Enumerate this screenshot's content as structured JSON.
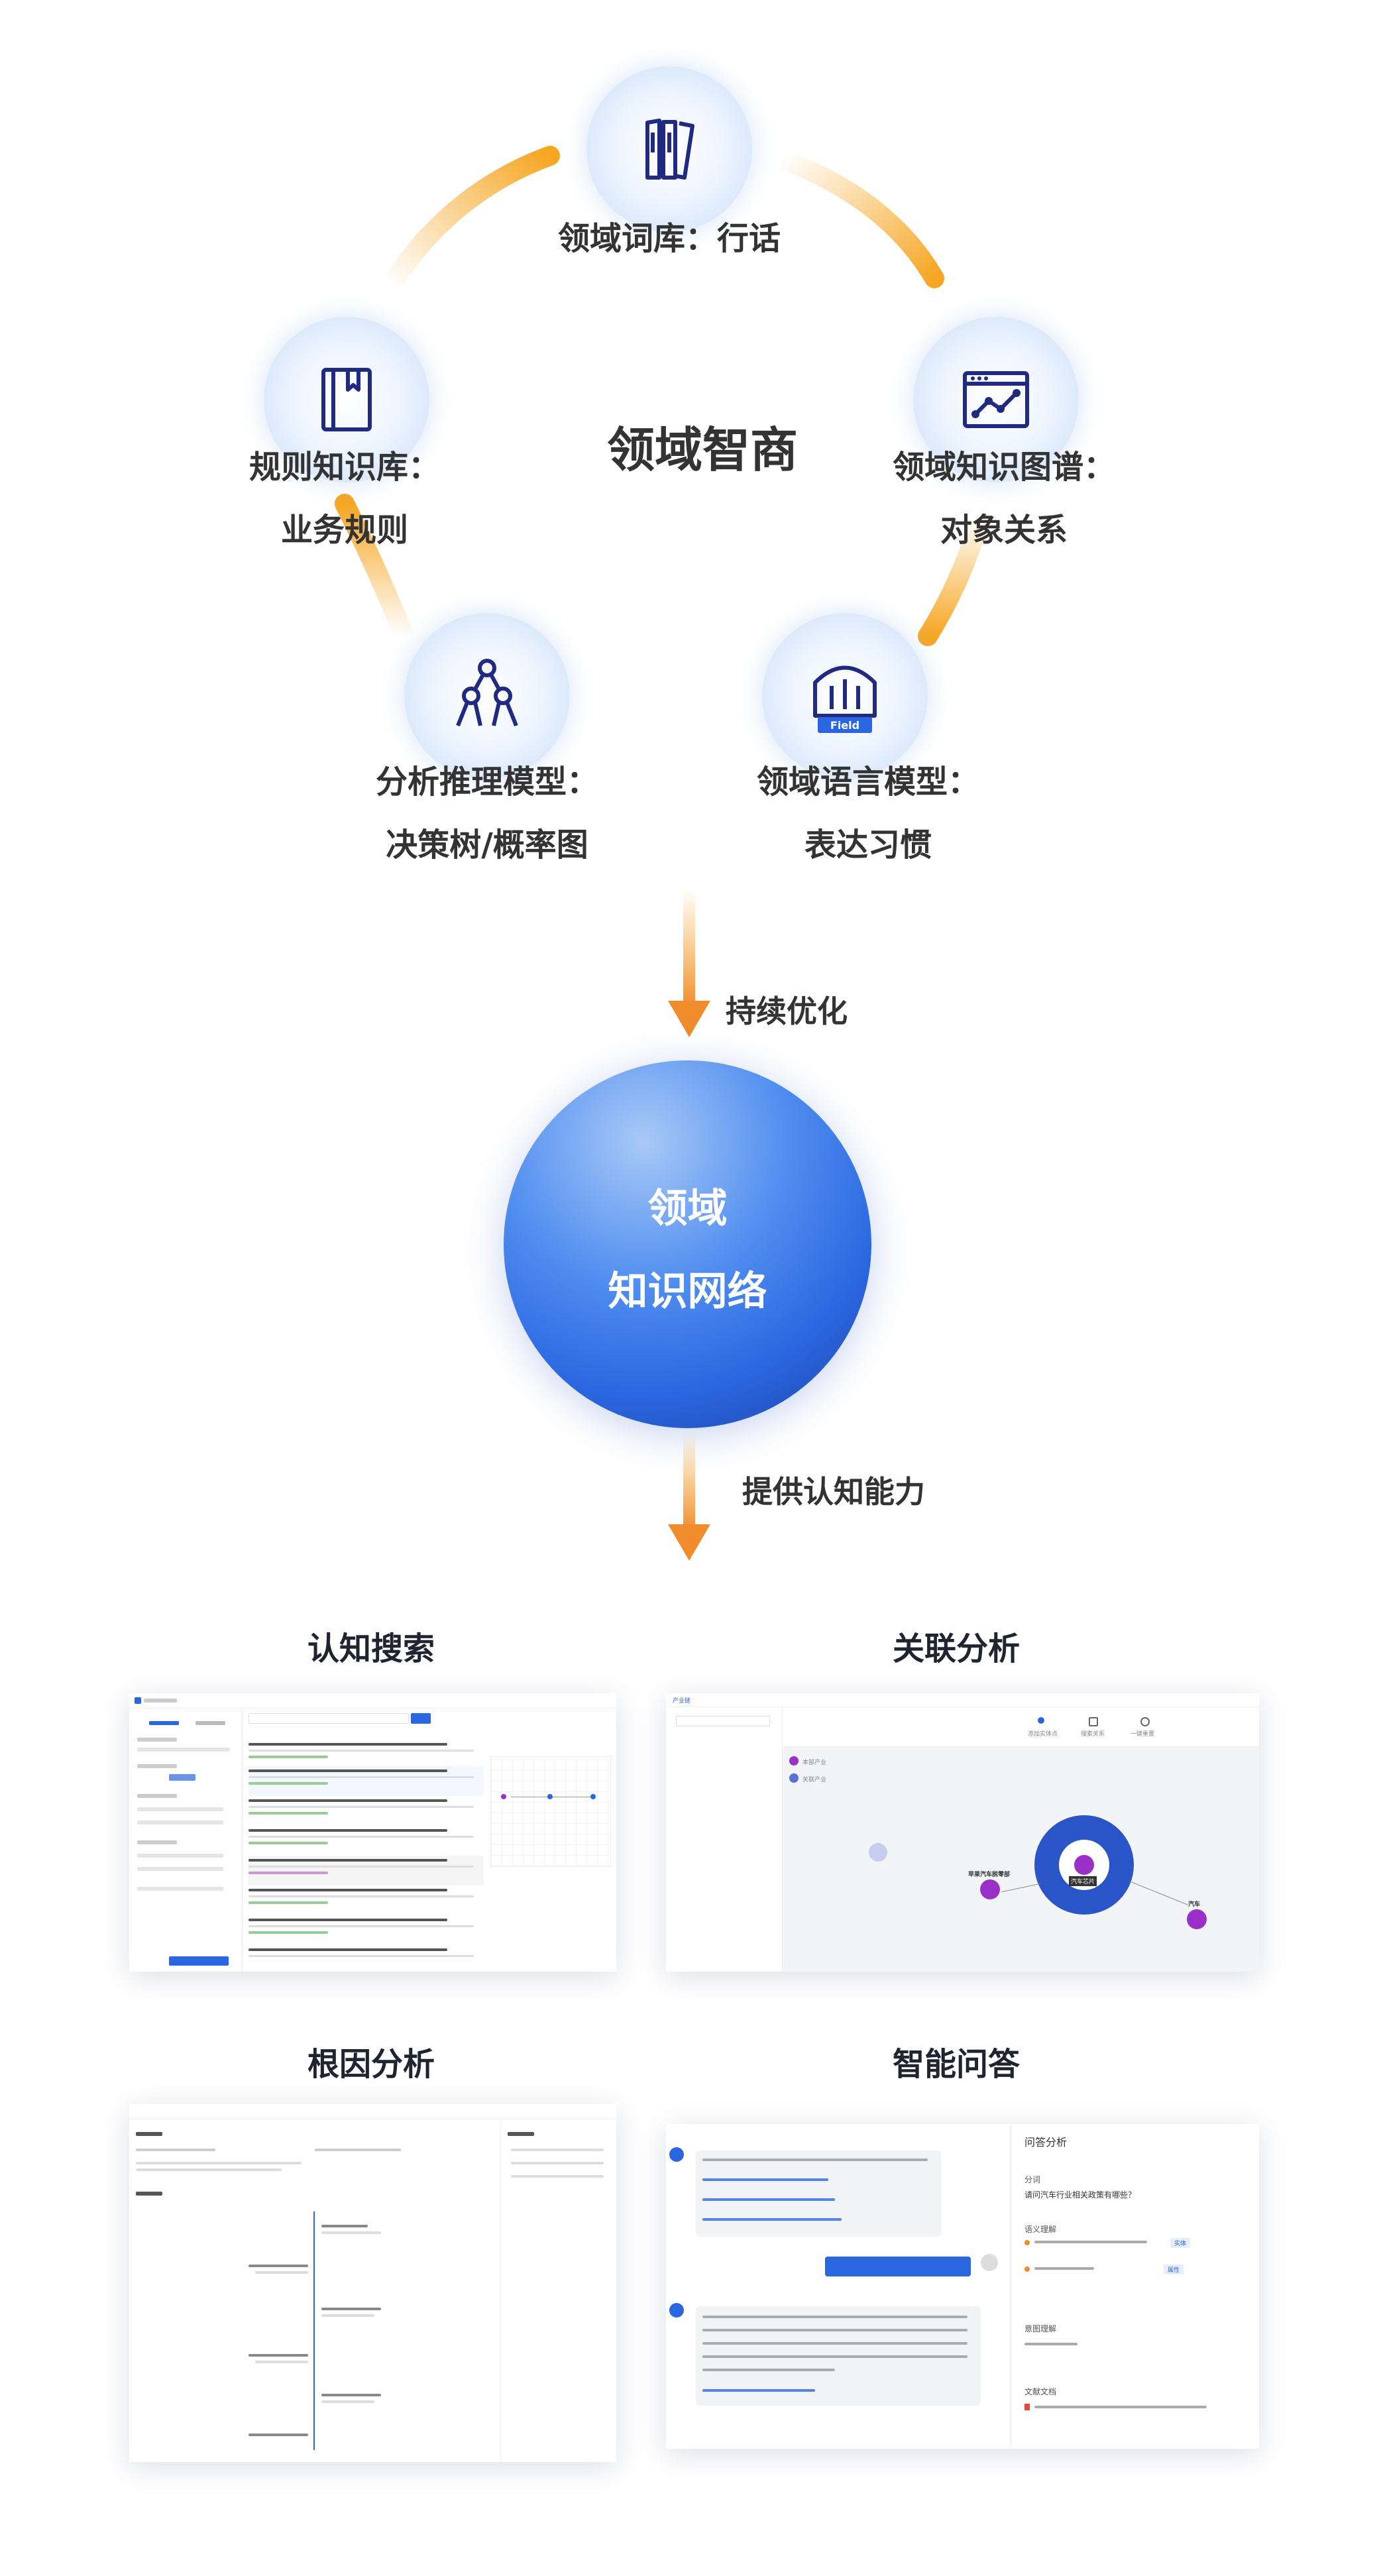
{
  "center": {
    "title": "领域智商"
  },
  "nodes": {
    "lexicon": {
      "label": "领域词库：行话",
      "icon": "books-icon"
    },
    "rules": {
      "label1": "规则知识库：",
      "label2": "业务规则",
      "icon": "book-icon"
    },
    "graph": {
      "label1": "领域知识图谱：",
      "label2": "对象关系",
      "icon": "line-chart-window-icon"
    },
    "reasoning": {
      "label1": "分析推理模型：",
      "label2": "决策树/概率图",
      "icon": "tree-icon"
    },
    "language": {
      "label1": "领域语言模型：",
      "label2": "表达习惯",
      "icon": "field-icon",
      "badge": "Field"
    }
  },
  "flow": {
    "optimize": "持续优化",
    "provide": "提供认知能力"
  },
  "network": {
    "line1": "领域",
    "line2": "知识网络"
  },
  "sections": {
    "search": "认知搜索",
    "association": "关联分析",
    "rootcause": "根因分析",
    "qa": "智能问答"
  },
  "association_shot": {
    "sidebar_title": "产业链",
    "toolbar": [
      "添加实体点",
      "搜索关系",
      "一键重置"
    ],
    "legend": [
      "本部产业",
      "关联产业"
    ],
    "nodes": [
      "苹果汽车脱零部",
      "汽车芯片",
      "汽车"
    ],
    "popup_label": "汽车芯片"
  },
  "qa_shot": {
    "panel_title": "问答分析",
    "section1": "分词",
    "section2": "语义理解",
    "section3": "意图理解",
    "section4": "文献文档",
    "question": "请问汽车行业相关政策有哪些？",
    "tags": [
      "实体",
      "属性"
    ]
  },
  "colors": {
    "arc": "#f6a623",
    "arrow": "#f08c2c",
    "accent": "#2a66e0",
    "purple": "#9b2fc9"
  }
}
